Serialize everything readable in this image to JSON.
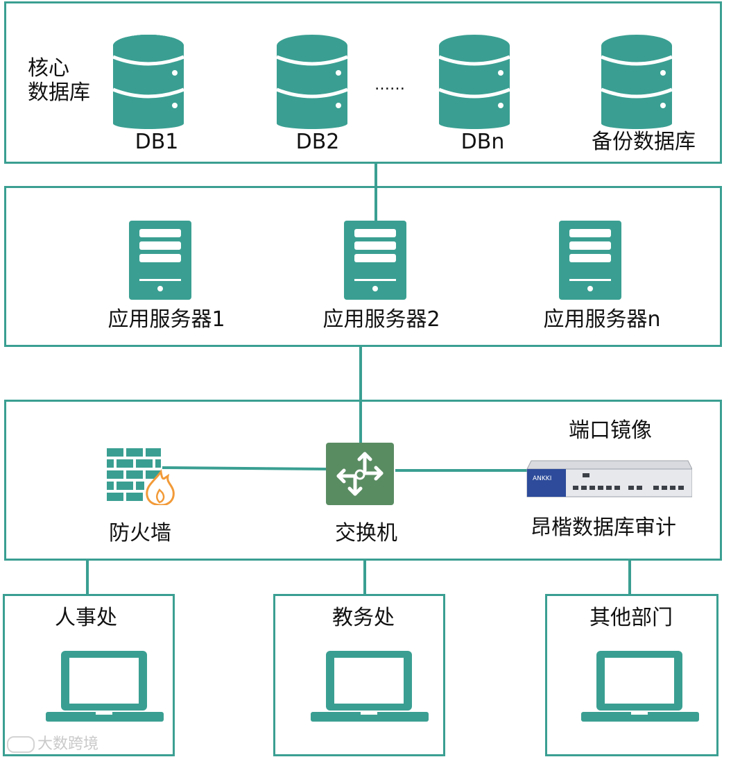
{
  "colors": {
    "teal": "#3a9f92",
    "switch_green": "#5a8c62",
    "fire_orange": "#f29a38"
  },
  "core_db": {
    "label": "核心\n数据库",
    "label_line1": "核心",
    "label_line2": "数据库",
    "ellipsis": "……",
    "databases": [
      "DB1",
      "DB2",
      "DBn",
      "备份数据库"
    ]
  },
  "app_servers": {
    "servers": [
      "应用服务器1",
      "应用服务器2",
      "应用服务器n"
    ]
  },
  "network": {
    "firewall": "防火墙",
    "switch": "交换机",
    "mirror": "端口镜像",
    "audit": "昂楷数据库审计",
    "device_brand": "ANKKI"
  },
  "departments": [
    "人事处",
    "教务处",
    "其他部门"
  ],
  "watermark": "大数跨境"
}
